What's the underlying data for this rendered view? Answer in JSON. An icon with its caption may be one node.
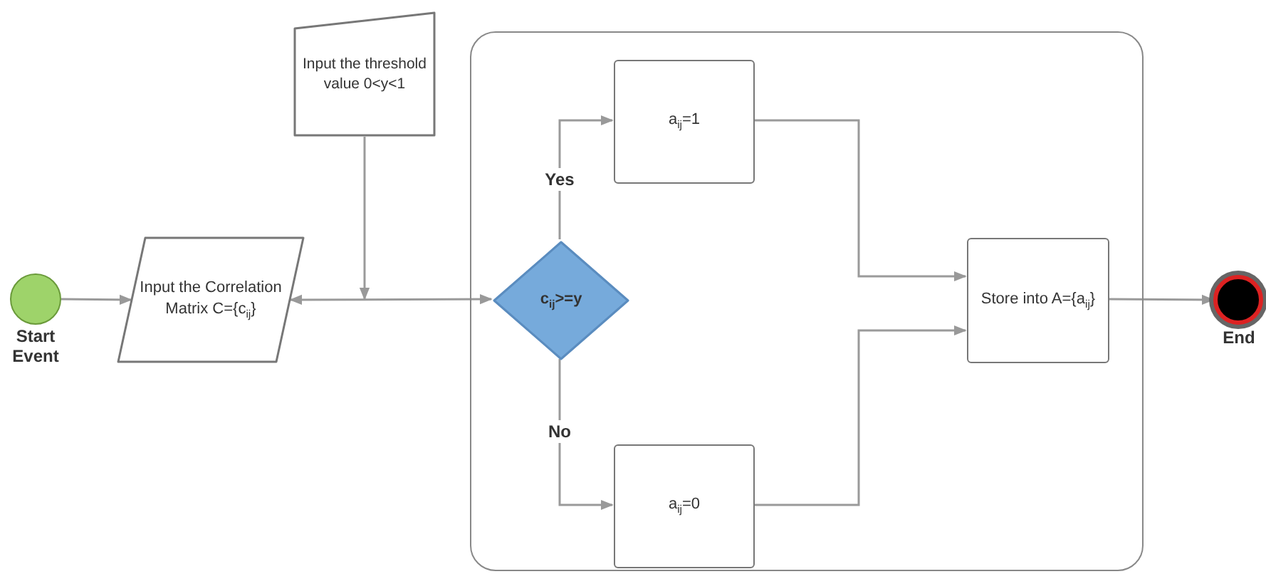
{
  "diagram": {
    "nodes": [
      {
        "text": [
          "Start Event"
        ]
      },
      {
        "text": [
          "Input the Correlation Matrix C={c$_{ij}$}"
        ]
      },
      {
        "text": [
          "Input the threshold value 0<y<1"
        ]
      },
      {
        "text": [],
        "shape": "box"
      },
      {
        "text": [
          "c$_{ij}$>=y"
        ],
        "in": 3
      },
      {
        "text": [
          "a$_{ij}$=1"
        ],
        "in": 3
      },
      {
        "text": [
          "a$_{ij}$=0"
        ],
        "in": 3
      },
      {
        "text": [
          "Store into A={a$_{ij}$}"
        ],
        "in": 3
      },
      {
        "text": [
          "End"
        ]
      }
    ],
    "edges": [
      {
        "from": 0,
        "to": 1,
        "arrow": "to"
      },
      {
        "from": 1,
        "to": 4,
        "arrow": "both"
      },
      {
        "from": 2,
        "to": null,
        "arrow": "to"
      },
      {
        "from": 4,
        "to": 5,
        "arrow": "to",
        "label": "Yes"
      },
      {
        "from": 4,
        "to": 6,
        "arrow": "to",
        "label": "No"
      },
      {
        "from": 5,
        "to": 7,
        "arrow": "to"
      },
      {
        "from": 6,
        "to": 7,
        "arrow": "to"
      },
      {
        "from": 7,
        "to": 8,
        "arrow": "to"
      }
    ]
  }
}
